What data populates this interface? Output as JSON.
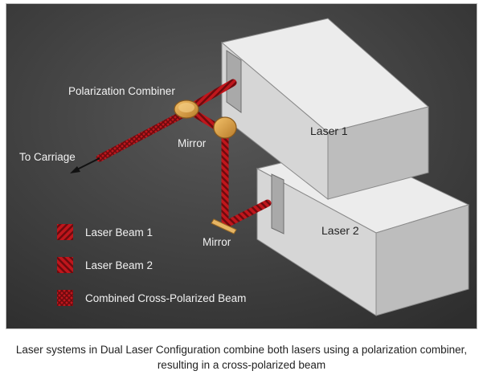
{
  "diagram": {
    "labels": {
      "polarization_combiner": "Polarization Combiner",
      "mirror_top": "Mirror",
      "mirror_bottom": "Mirror",
      "to_carriage": "To Carriage",
      "laser1": "Laser 1",
      "laser2": "Laser 2"
    },
    "legend": [
      {
        "label": "Laser Beam 1",
        "pattern": "diagonal-stripes"
      },
      {
        "label": "Laser Beam 2",
        "pattern": "diagonal-stripes-alt"
      },
      {
        "label": "Combined Cross-Polarized Beam",
        "pattern": "cross-hatch"
      }
    ],
    "colors": {
      "background": "#3f3f3f",
      "beam": "#c0161c",
      "beam_dark": "#6e0a0e",
      "laser_box": "#dcdcdc",
      "optic_gold": "#e0a74a"
    }
  },
  "caption": {
    "line1": "Laser systems in Dual Laser Configuration combine both lasers using a polarization combiner,",
    "line2": "resulting in a cross-polarized beam"
  }
}
